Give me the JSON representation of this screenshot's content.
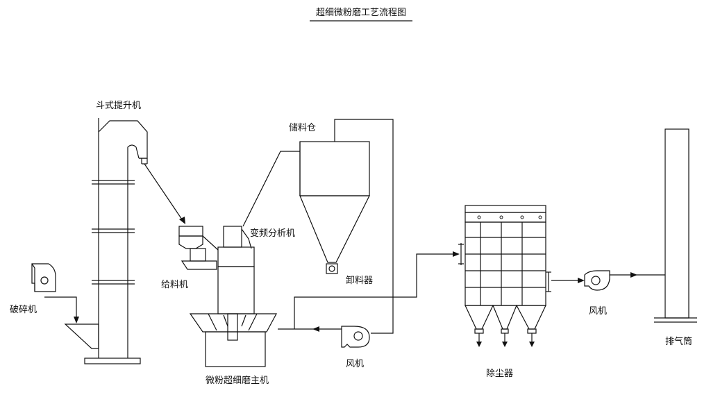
{
  "title": "超细微粉磨工艺流程图",
  "labels": {
    "bucket_elevator": "斗式提升机",
    "storage_bin": "储料仓",
    "vfd_classifier": "变频分析机",
    "discharger": "卸料器",
    "feeder": "给料机",
    "crusher": "破碎机",
    "main_mill": "微粉超细磨主机",
    "fan_main": "风机",
    "dust_collector": "除尘器",
    "fan_exhaust": "风机",
    "chimney": "排气筒"
  }
}
